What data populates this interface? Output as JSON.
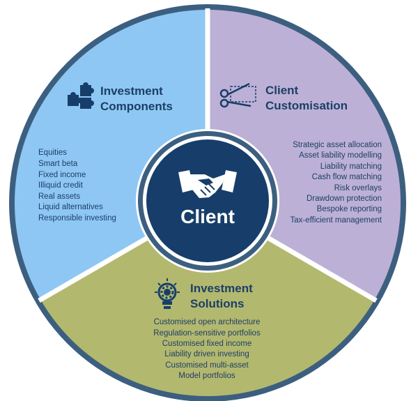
{
  "center": {
    "label": "Client",
    "icon": "handshake-icon"
  },
  "colors": {
    "components": "#8ec7f3",
    "customisation": "#bdb0d6",
    "solutions": "#b3b86f",
    "ring": "#3c5f80",
    "center": "#173e6a",
    "text": "#1b3f66"
  },
  "segments": {
    "components": {
      "icon": "puzzle-icon",
      "title": [
        "Investment",
        "Components"
      ],
      "items": [
        "Equities",
        "Smart beta",
        "Fixed income",
        "Illiquid credit",
        "Real assets",
        "Liquid alternatives",
        "Responsible investing"
      ]
    },
    "customisation": {
      "icon": "scissors-icon",
      "title": [
        "Client",
        "Customisation"
      ],
      "items": [
        "Strategic asset allocation",
        "Asset liability modelling",
        "Liability matching",
        "Cash flow matching",
        "Risk overlays",
        "Drawdown protection",
        "Bespoke reporting",
        "Tax-efficient management"
      ]
    },
    "solutions": {
      "icon": "lightbulb-gear-icon",
      "title": [
        "Investment",
        "Solutions"
      ],
      "items": [
        "Customised open architecture",
        "Regulation-sensitive portfolios",
        "Customised fixed income",
        "Liability driven investing",
        "Customised multi-asset",
        "Model portfolios"
      ]
    }
  }
}
